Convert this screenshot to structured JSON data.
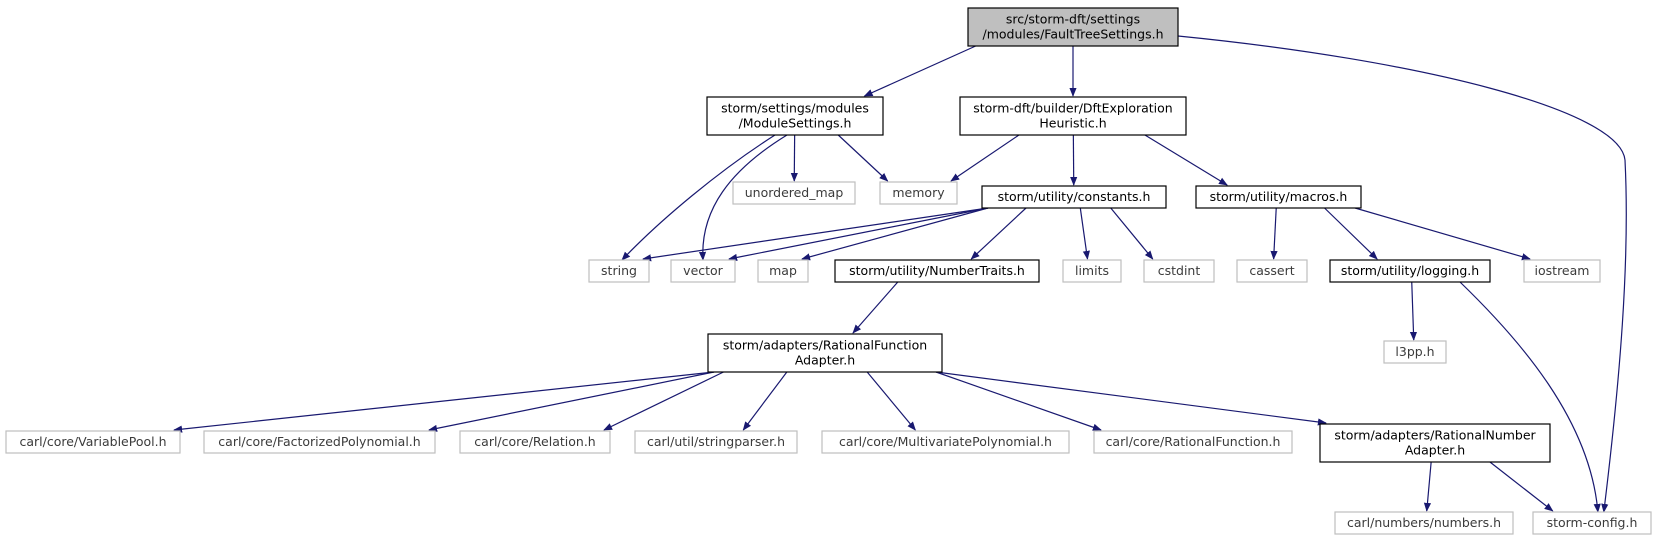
{
  "colors": {
    "edge": "#191970",
    "box_border_documented": "#000000",
    "box_border_external": "#bfbfbf",
    "root_fill": "#bfbfbf",
    "text": "#000000",
    "external_text": "#3b3b3b"
  },
  "nodes": [
    {
      "id": "root",
      "lines": [
        "src/storm-dft/settings",
        "/modules/FaultTreeSettings.h"
      ],
      "kind": "root"
    },
    {
      "id": "module_settings",
      "lines": [
        "storm/settings/modules",
        "/ModuleSettings.h"
      ],
      "kind": "documented"
    },
    {
      "id": "dft_heuristic",
      "lines": [
        "storm-dft/builder/DftExploration",
        "Heuristic.h"
      ],
      "kind": "documented"
    },
    {
      "id": "unordered_map",
      "lines": [
        "unordered_map"
      ],
      "kind": "external"
    },
    {
      "id": "memory",
      "lines": [
        "memory"
      ],
      "kind": "external"
    },
    {
      "id": "constants",
      "lines": [
        "storm/utility/constants.h"
      ],
      "kind": "documented"
    },
    {
      "id": "macros",
      "lines": [
        "storm/utility/macros.h"
      ],
      "kind": "documented"
    },
    {
      "id": "string",
      "lines": [
        "string"
      ],
      "kind": "external"
    },
    {
      "id": "vector",
      "lines": [
        "vector"
      ],
      "kind": "external"
    },
    {
      "id": "map",
      "lines": [
        "map"
      ],
      "kind": "external"
    },
    {
      "id": "number_traits",
      "lines": [
        "storm/utility/NumberTraits.h"
      ],
      "kind": "documented"
    },
    {
      "id": "limits",
      "lines": [
        "limits"
      ],
      "kind": "external"
    },
    {
      "id": "cstdint",
      "lines": [
        "cstdint"
      ],
      "kind": "external"
    },
    {
      "id": "cassert",
      "lines": [
        "cassert"
      ],
      "kind": "external"
    },
    {
      "id": "logging",
      "lines": [
        "storm/utility/logging.h"
      ],
      "kind": "documented"
    },
    {
      "id": "iostream",
      "lines": [
        "iostream"
      ],
      "kind": "external"
    },
    {
      "id": "rf_adapter",
      "lines": [
        "storm/adapters/RationalFunction",
        "Adapter.h"
      ],
      "kind": "documented"
    },
    {
      "id": "l3pp",
      "lines": [
        "l3pp.h"
      ],
      "kind": "external"
    },
    {
      "id": "variable_pool",
      "lines": [
        "carl/core/VariablePool.h"
      ],
      "kind": "external"
    },
    {
      "id": "factorized_poly",
      "lines": [
        "carl/core/FactorizedPolynomial.h"
      ],
      "kind": "external"
    },
    {
      "id": "relation",
      "lines": [
        "carl/core/Relation.h"
      ],
      "kind": "external"
    },
    {
      "id": "stringparser",
      "lines": [
        "carl/util/stringparser.h"
      ],
      "kind": "external"
    },
    {
      "id": "multivariate_poly",
      "lines": [
        "carl/core/MultivariatePolynomial.h"
      ],
      "kind": "external"
    },
    {
      "id": "rational_function",
      "lines": [
        "carl/core/RationalFunction.h"
      ],
      "kind": "external"
    },
    {
      "id": "rn_adapter",
      "lines": [
        "storm/adapters/RationalNumber",
        "Adapter.h"
      ],
      "kind": "documented"
    },
    {
      "id": "numbers",
      "lines": [
        "carl/numbers/numbers.h"
      ],
      "kind": "external"
    },
    {
      "id": "storm_config",
      "lines": [
        "storm-config.h"
      ],
      "kind": "external"
    }
  ],
  "edges": [
    {
      "from": "root",
      "to": "module_settings"
    },
    {
      "from": "root",
      "to": "dft_heuristic"
    },
    {
      "from": "root",
      "to": "storm_config"
    },
    {
      "from": "module_settings",
      "to": "string"
    },
    {
      "from": "module_settings",
      "to": "vector"
    },
    {
      "from": "module_settings",
      "to": "unordered_map"
    },
    {
      "from": "module_settings",
      "to": "memory"
    },
    {
      "from": "dft_heuristic",
      "to": "memory"
    },
    {
      "from": "dft_heuristic",
      "to": "constants"
    },
    {
      "from": "dft_heuristic",
      "to": "macros"
    },
    {
      "from": "constants",
      "to": "string"
    },
    {
      "from": "constants",
      "to": "vector"
    },
    {
      "from": "constants",
      "to": "map"
    },
    {
      "from": "constants",
      "to": "number_traits"
    },
    {
      "from": "constants",
      "to": "limits"
    },
    {
      "from": "constants",
      "to": "cstdint"
    },
    {
      "from": "macros",
      "to": "cassert"
    },
    {
      "from": "macros",
      "to": "logging"
    },
    {
      "from": "macros",
      "to": "iostream"
    },
    {
      "from": "number_traits",
      "to": "rf_adapter"
    },
    {
      "from": "logging",
      "to": "l3pp"
    },
    {
      "from": "logging",
      "to": "storm_config"
    },
    {
      "from": "rf_adapter",
      "to": "variable_pool"
    },
    {
      "from": "rf_adapter",
      "to": "factorized_poly"
    },
    {
      "from": "rf_adapter",
      "to": "relation"
    },
    {
      "from": "rf_adapter",
      "to": "stringparser"
    },
    {
      "from": "rf_adapter",
      "to": "multivariate_poly"
    },
    {
      "from": "rf_adapter",
      "to": "rational_function"
    },
    {
      "from": "rf_adapter",
      "to": "rn_adapter"
    },
    {
      "from": "rn_adapter",
      "to": "numbers"
    },
    {
      "from": "rn_adapter",
      "to": "storm_config"
    }
  ]
}
